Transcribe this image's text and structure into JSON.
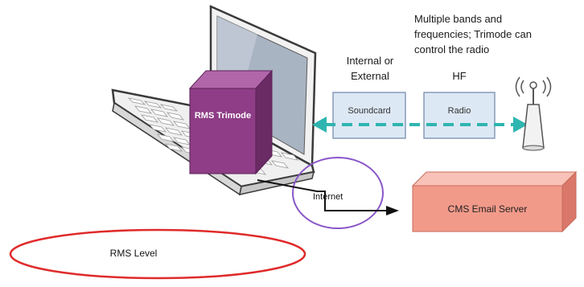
{
  "annotations": {
    "bands_line1": "Multiple bands and",
    "bands_line2": "frequencies; Trimode can",
    "bands_line3": "control the radio",
    "internal_line1": "Internal or",
    "internal_line2": "External",
    "hf": "HF"
  },
  "nodes": {
    "trimode": "RMS Trimode",
    "soundcard": "Soundcard",
    "radio": "Radio",
    "cms": "CMS Email Server",
    "internet": "Internet",
    "rms_level": "RMS Level"
  },
  "colors": {
    "cube_front": "#8e3d86",
    "cube_top": "#b266aa",
    "cube_side": "#6a2a64",
    "box_fill": "#dde8f5",
    "box_stroke": "#6f86a6",
    "link_teal": "#2fb5b0",
    "cms_front": "#f29a8a",
    "cms_top": "#f8c2b8",
    "cms_side": "#d9786a",
    "internet_ring": "#8a56c8",
    "rms_ring": "#e02a2a"
  }
}
